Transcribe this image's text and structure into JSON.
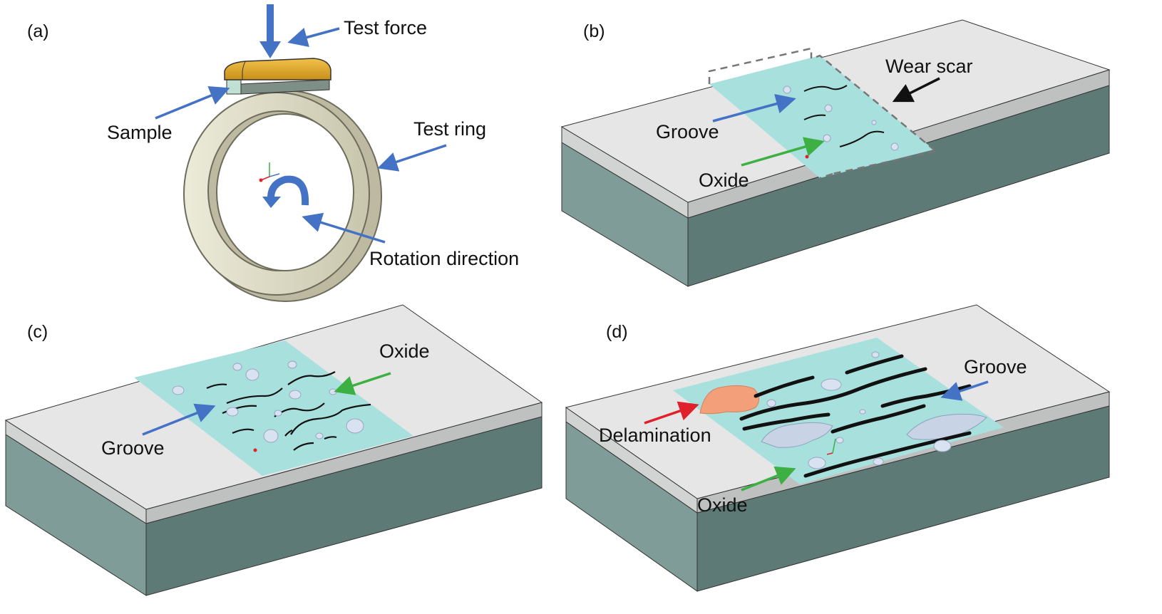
{
  "panels": [
    {
      "id": "a",
      "tag": "(a)",
      "labels": {
        "test_force": "Test force",
        "sample": "Sample",
        "test_ring": "Test ring",
        "rotation": "Rotation direction"
      }
    },
    {
      "id": "b",
      "tag": "(b)",
      "labels": {
        "wear_scar": "Wear scar",
        "groove": "Groove",
        "oxide": "Oxide"
      }
    },
    {
      "id": "c",
      "tag": "(c)",
      "labels": {
        "oxide": "Oxide",
        "groove": "Groove"
      }
    },
    {
      "id": "d",
      "tag": "(d)",
      "labels": {
        "groove": "Groove",
        "delamination": "Delamination",
        "oxide": "Oxide"
      }
    }
  ],
  "colors": {
    "top_surface": "#e6e6e6",
    "side_light": "#bfc0c0",
    "block_front": "#5e7a77",
    "block_side": "#7f9c98",
    "wear_track": "#a8e0de",
    "arrow_blue": "#4472c4",
    "arrow_green": "#3cb043",
    "arrow_red": "#e0202a",
    "arrow_black": "#111111",
    "sample_holder": "#d9a520",
    "ring_face": "#d9d7c2",
    "delamination": "#f3a07a",
    "pit": "#c8d4e6"
  }
}
